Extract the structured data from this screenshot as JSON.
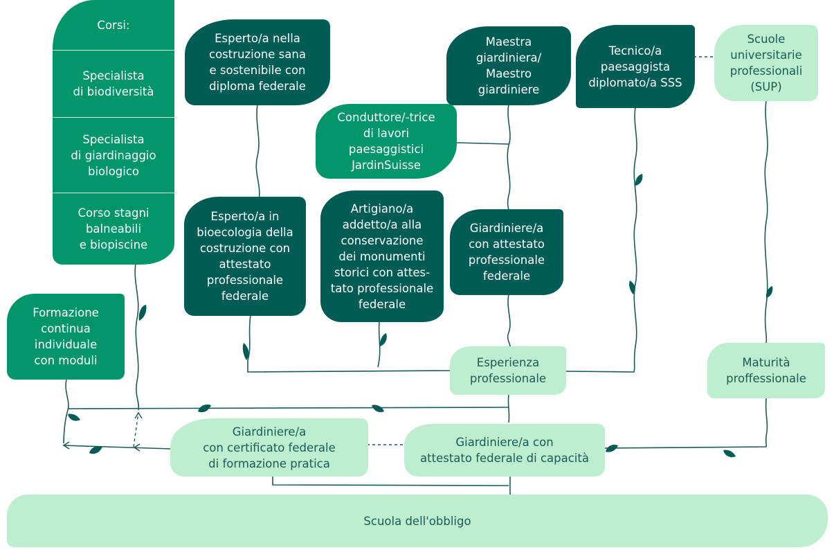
{
  "colors": {
    "dark": "#005c55",
    "mid": "#00966a",
    "light": "#bdeed0",
    "line": "#1b5a55",
    "course_divider": "#d5f2e2"
  },
  "courses": {
    "header": "Corsi:",
    "items": [
      {
        "lines": [
          "Specialista",
          "di biodiversità"
        ]
      },
      {
        "lines": [
          "Specialista",
          "di giardinaggio",
          "biologico"
        ]
      },
      {
        "lines": [
          "Corso stagni",
          "balneabili",
          "e biopiscine"
        ]
      }
    ]
  },
  "nodes": {
    "esperto_costruzione_sana": {
      "lines": [
        "Esperto/a nella",
        "costruzione sana",
        "e sostenibile con",
        "diploma federale"
      ]
    },
    "maestro_giardiniere": {
      "lines": [
        "Maestra",
        "giardiniera/",
        "Maestro",
        "giardiniere"
      ]
    },
    "tecnico_paesaggista": {
      "lines": [
        "Tecnico/a",
        "paesaggista",
        "diplomato/a SSS"
      ]
    },
    "scuole_universitarie": {
      "lines": [
        "Scuole",
        "universitarie",
        "professionali",
        "(SUP)"
      ]
    },
    "conduttore_lavori": {
      "lines": [
        "Conduttore/-trice",
        "di lavori",
        "paesaggistici",
        "JardinSuisse"
      ]
    },
    "esperto_bioecologia": {
      "lines": [
        "Esperto/a in",
        "bioecologia della",
        "costruzione con",
        "attestato",
        "professionale",
        "federale"
      ]
    },
    "artigiano_monumenti": {
      "lines": [
        "Artigiano/a",
        "addetto/a alla",
        "conservazione",
        "dei monumenti",
        "storici con attes-",
        "tato professionale",
        "federale"
      ]
    },
    "giardiniere_attestato_professionale": {
      "lines": [
        "Giardiniere/a",
        "con attestato",
        "professionale",
        "federale"
      ]
    },
    "formazione_continua": {
      "lines": [
        "Formazione",
        "continua",
        "individuale",
        "con moduli"
      ]
    },
    "esperienza_professionale": {
      "lines": [
        "Esperienza",
        "professionale"
      ]
    },
    "maturita_professionale": {
      "lines": [
        "Maturità",
        "proffessionale"
      ]
    },
    "giardiniere_cfp": {
      "lines": [
        "Giardiniere/a",
        "con certificato federale",
        "di formazione pratica"
      ]
    },
    "giardiniere_afc": {
      "lines": [
        "Giardiniere/a con",
        "attestato federale di capacità"
      ]
    },
    "scuola_obbligo": {
      "lines": [
        "Scuola dell'obbligo"
      ]
    }
  }
}
